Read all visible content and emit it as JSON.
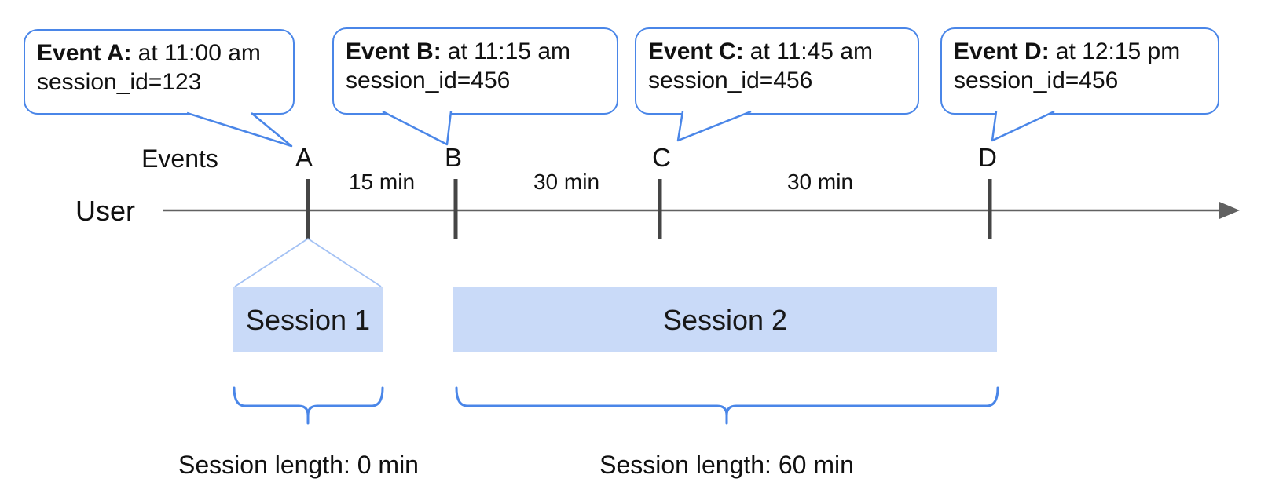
{
  "diagram": {
    "axis": {
      "events_label": "Events",
      "user_label": "User"
    },
    "callouts": [
      {
        "marker": "A",
        "title": "Event A:",
        "time": "at 11:00 am",
        "session": "session_id=123"
      },
      {
        "marker": "B",
        "title": "Event B:",
        "time": "at 11:15 am",
        "session": "session_id=456"
      },
      {
        "marker": "C",
        "title": "Event C:",
        "time": "at 11:45 am",
        "session": "session_id=456"
      },
      {
        "marker": "D",
        "title": "Event D:",
        "time": "at 12:15 pm",
        "session": "session_id=456"
      }
    ],
    "intervals": [
      "15 min",
      "30 min",
      "30 min"
    ],
    "sessions": [
      {
        "label": "Session 1",
        "length_label": "Session length: 0 min"
      },
      {
        "label": "Session 2",
        "length_label": "Session length: 60 min"
      }
    ],
    "colors": {
      "accent_blue": "#4a86e8",
      "session_fill_blue": "#c9daf8",
      "funnel_line_blue": "#a4c2f4",
      "axis_gray": "#616161",
      "tick_gray": "#454545",
      "text_black": "#111111"
    }
  }
}
